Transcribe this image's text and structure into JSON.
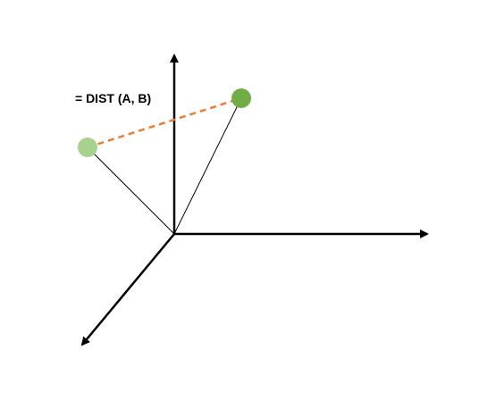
{
  "diagram": {
    "formula_label": "= DIST (A, B)",
    "colors": {
      "axis": "#000000",
      "vector_line": "#000000",
      "distance_line": "#ED7D31",
      "point_a": "#A9D18E",
      "point_b": "#70AD47"
    },
    "points": [
      {
        "id": "a",
        "shade": "light-green"
      },
      {
        "id": "b",
        "shade": "green"
      }
    ]
  }
}
